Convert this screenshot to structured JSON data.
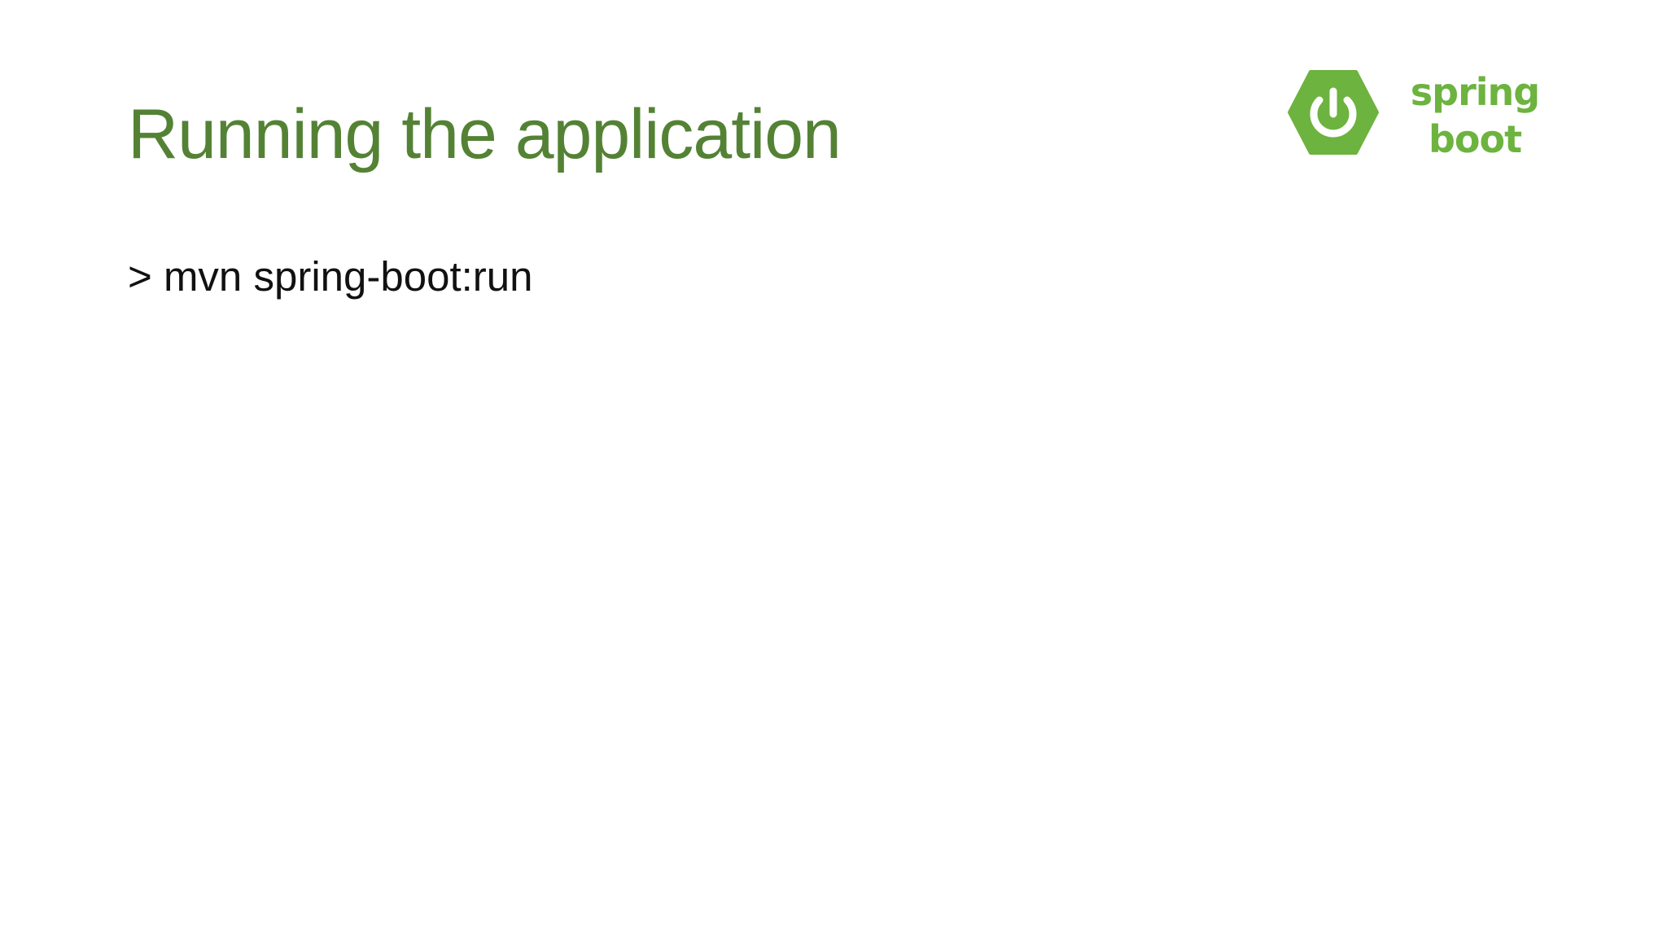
{
  "slide": {
    "title": "Running the application",
    "body_line": "> mvn spring-boot:run"
  },
  "logo": {
    "icon": "power-icon",
    "word1": "spring",
    "word2": "boot",
    "color": "#6db33f"
  },
  "colors": {
    "title": "#548235",
    "body_text": "#111111",
    "background": "#ffffff"
  }
}
